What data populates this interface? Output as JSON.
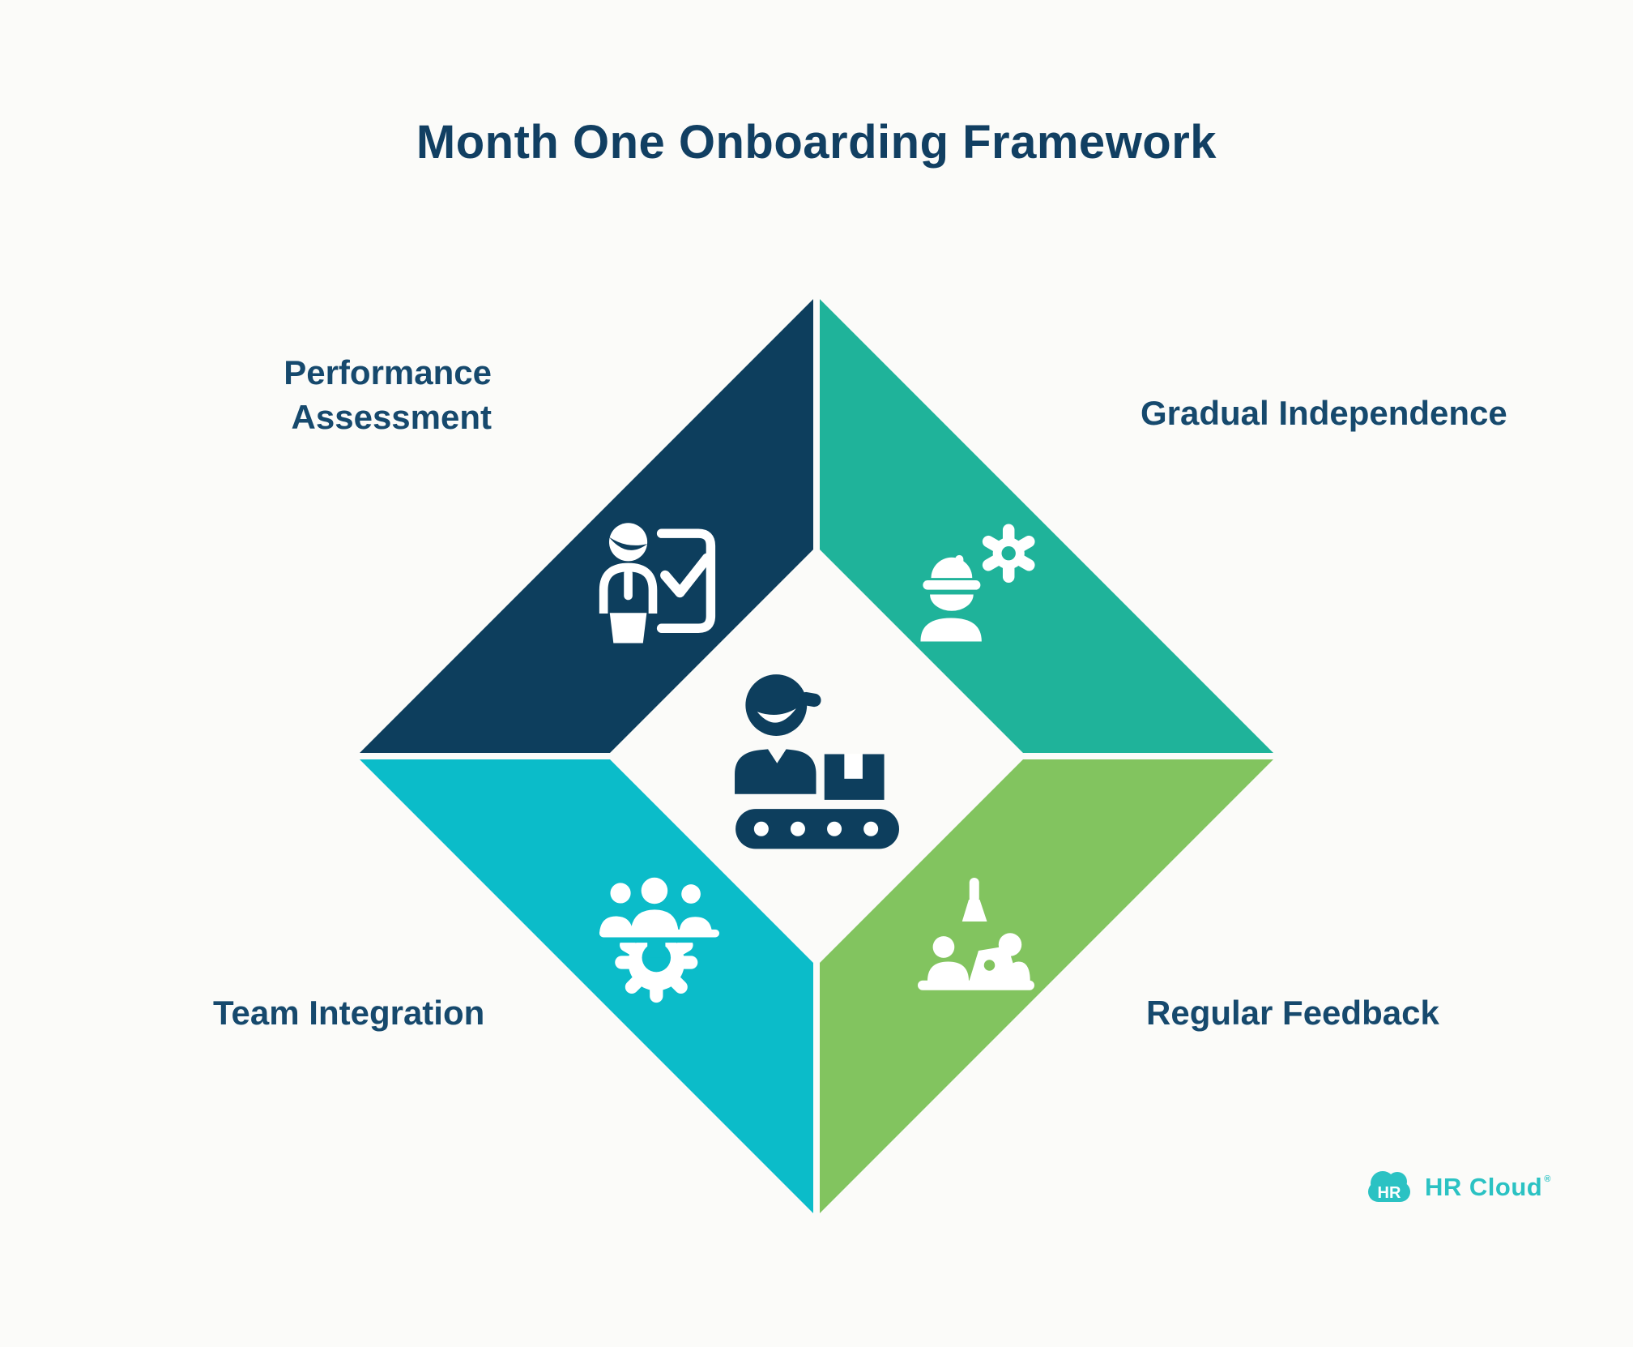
{
  "title": "Month One Onboarding Framework",
  "colors": {
    "background": "#fbfbf9",
    "title_text": "#113f62",
    "label_text": "#16496d",
    "white": "#ffffff",
    "navy": "#0d3e5d",
    "teal": "#1fb39a",
    "cyan": "#0bbcc9",
    "green": "#82c45f",
    "logo_teal": "#2bc2c3"
  },
  "quadrants": [
    {
      "id": "performance-assessment",
      "position": "top-left",
      "label": "Performance Assessment",
      "color": "#0d3e5d",
      "icon": "person-checklist-icon"
    },
    {
      "id": "gradual-independence",
      "position": "top-right",
      "label": "Gradual Independence",
      "color": "#1fb39a",
      "icon": "worker-gear-icon"
    },
    {
      "id": "team-integration",
      "position": "bottom-left",
      "label": "Team Integration",
      "color": "#0bbcc9",
      "icon": "team-cog-icon"
    },
    {
      "id": "regular-feedback",
      "position": "bottom-right",
      "label": "Regular Feedback",
      "color": "#82c45f",
      "icon": "feedback-desk-icon"
    }
  ],
  "center": {
    "icon": "worker-conveyor-icon",
    "color": "#0d3e5d"
  },
  "logo": {
    "badge": "HR",
    "name": "HR Cloud",
    "mark": "®",
    "color": "#2bc2c3"
  }
}
